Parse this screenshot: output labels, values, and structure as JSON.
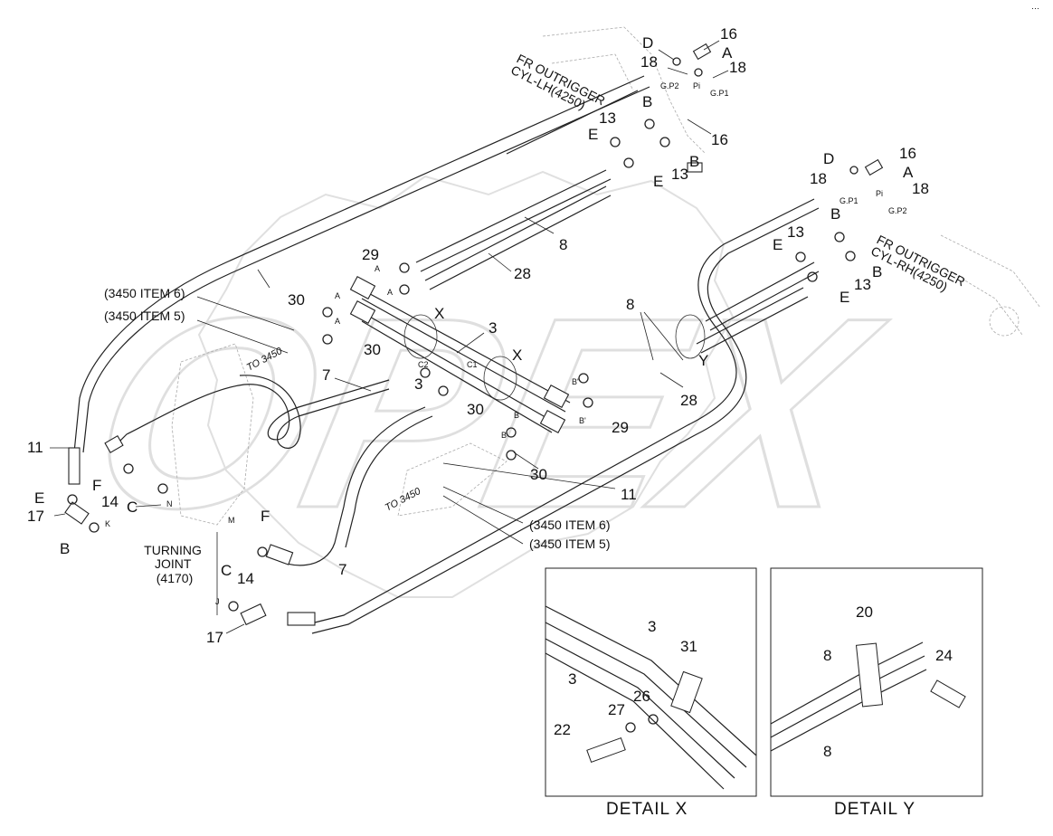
{
  "watermark": "OPEX",
  "corner_mark": "⋯",
  "labels": {
    "n16a": "16",
    "n18a": "18",
    "n18b": "18",
    "Da": "D",
    "Aa": "A",
    "gp2a": "G.P2",
    "pa": "Pi",
    "gp1a": "G.P1",
    "fr_lh_1": "FR OUTRIGGER",
    "fr_lh_2": "CYL-LH(4250)",
    "Ba1": "B",
    "n13a": "13",
    "Ea1": "E",
    "n16b": "16",
    "Ba2": "B",
    "n13b": "13",
    "Ea2": "E",
    "n16c": "16",
    "Db": "D",
    "n18c": "18",
    "Ab": "A",
    "n18d": "18",
    "gp1b": "G.P1",
    "pb": "Pi",
    "gp2b": "G.P2",
    "Bb1": "B",
    "n13c": "13",
    "Eb1": "E",
    "fr_rh_1": "FR OUTRIGGER",
    "fr_rh_2": "CYL-RH(4250)",
    "Bb2": "B",
    "n13d": "13",
    "Eb2": "E",
    "n8a": "8",
    "n28a": "28",
    "n29a": "29",
    "item6a": "(3450 ITEM 6)",
    "item5a": "(3450 ITEM 5)",
    "to3450a": "TO 3450",
    "n30a": "30",
    "n30b": "30",
    "n30c": "30",
    "n30d": "30",
    "Xa": "X",
    "Xb": "X",
    "n3a": "3",
    "n3b": "3",
    "n7a": "7",
    "n7b": "7",
    "n8b": "8",
    "Ya": "Y",
    "n28b": "28",
    "n29b": "29",
    "n11a": "11",
    "n11b": "11",
    "Ea3": "E",
    "Fa": "F",
    "Fb": "F",
    "n14a": "14",
    "n14b": "14",
    "Ca": "C",
    "Cb": "C",
    "n17a": "17",
    "n17b": "17",
    "Ba3": "B",
    "Na": "N",
    "Ka": "K",
    "Ma": "M",
    "Ja": "J",
    "tj1": "TURNING",
    "tj2": "JOINT",
    "tj3": "(4170)",
    "to3450b": "TO 3450",
    "item6b": "(3450 ITEM 6)",
    "item5b": "(3450 ITEM 5)",
    "sA1": "A",
    "sA2": "A",
    "sA3": "A",
    "sA4": "A",
    "sB1": "B",
    "sB2": "B",
    "sB3": "B'",
    "sB4": "B'",
    "sC1": "C1",
    "sC2": "C2"
  },
  "detail_x": {
    "title": "DETAIL  X",
    "n3a": "3",
    "n3b": "3",
    "n31": "31",
    "n26": "26",
    "n27": "27",
    "n22": "22"
  },
  "detail_y": {
    "title": "DETAIL  Y",
    "n20": "20",
    "n8a": "8",
    "n8b": "8",
    "n24": "24"
  }
}
